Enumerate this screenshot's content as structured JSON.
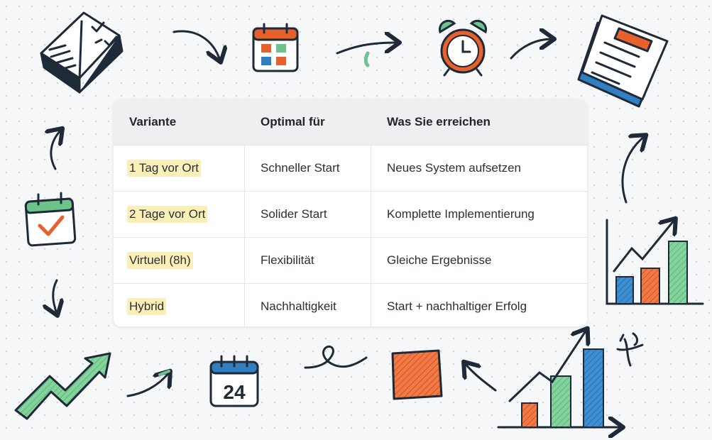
{
  "table": {
    "headers": [
      "Variante",
      "Optimal für",
      "Was Sie erreichen"
    ],
    "rows": [
      [
        "1 Tag vor Ort",
        "Schneller Start",
        "Neues System aufsetzen"
      ],
      [
        "2 Tage vor Ort",
        "Solider Start",
        "Komplette Implementierung"
      ],
      [
        "Virtuell (8h)",
        "Flexibilität",
        "Gleiche Ergebnisse"
      ],
      [
        "Hybrid",
        "Nachhaltigkeit",
        "Start + nachhaltiger Erfolg"
      ]
    ]
  },
  "calendar_day": "24",
  "colors": {
    "ink": "#1e2a38",
    "orange": "#e8602c",
    "blue": "#2f7fc1",
    "green": "#6cc48a",
    "highlight": "#fbefb8"
  },
  "icons": [
    "open-book-checklist-icon",
    "calendar-grid-icon",
    "alarm-clock-icon",
    "notebook-icon",
    "calendar-check-icon",
    "bar-chart-growth-icon",
    "trend-arrow-icon",
    "calendar-24-icon",
    "orange-square-icon",
    "bar-chart-rising-icon",
    "sparkle-figure-icon"
  ]
}
